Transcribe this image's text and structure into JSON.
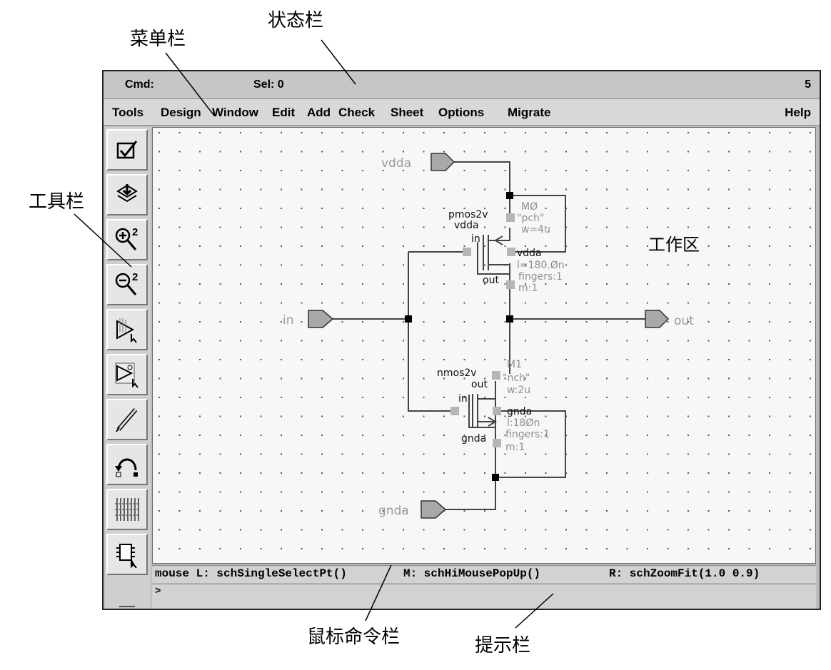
{
  "annotations": {
    "status_bar": "状态栏",
    "menu_bar": "菜单栏",
    "toolbar": "工具栏",
    "workspace": "工作区",
    "mouse_bar": "鼠标命令栏",
    "prompt_bar": "提示栏"
  },
  "window": {
    "cmd_label": "Cmd:",
    "sel_label": "Sel: 0",
    "right_number": "5",
    "menu_left": [
      "Tools",
      "Design",
      "Window",
      "Edit",
      "Add",
      "Check",
      "Sheet",
      "Options",
      "Migrate"
    ],
    "menu_help": "Help",
    "tools": [
      {
        "name": "check-icon"
      },
      {
        "name": "save-icon"
      },
      {
        "name": "zoom-in-icon",
        "text": "2"
      },
      {
        "name": "zoom-out-icon",
        "text": "2"
      },
      {
        "name": "add-instance-icon"
      },
      {
        "name": "instance-property-icon"
      },
      {
        "name": "wire-pencil-icon"
      },
      {
        "name": "undo-icon"
      },
      {
        "name": "grid-icon"
      },
      {
        "name": "symbol-select-icon"
      }
    ],
    "schematic": {
      "pins": [
        "vdda",
        "in",
        "out",
        "gnda"
      ],
      "labels_dark": [
        "pmos2v",
        "vdda",
        "in",
        "vdda",
        "out",
        "nmos2v",
        "out",
        "in",
        "gnda",
        "gnda"
      ],
      "props_pmos": [
        "MØ",
        "\"pch\"",
        "w=4u",
        "l=180.Øn",
        "fingers:1",
        "m:1"
      ],
      "props_nmos": [
        "M1",
        "\"nch\"",
        "w:2u",
        "l:18Øn",
        "fingers:1",
        "m:1"
      ]
    },
    "mouse": {
      "left": "mouse L: schSingleSelectPt()",
      "middle": "M: schHiMousePopUp()",
      "right": "R: schZoomFit(1.0 0.9)"
    },
    "prompt": ">"
  }
}
